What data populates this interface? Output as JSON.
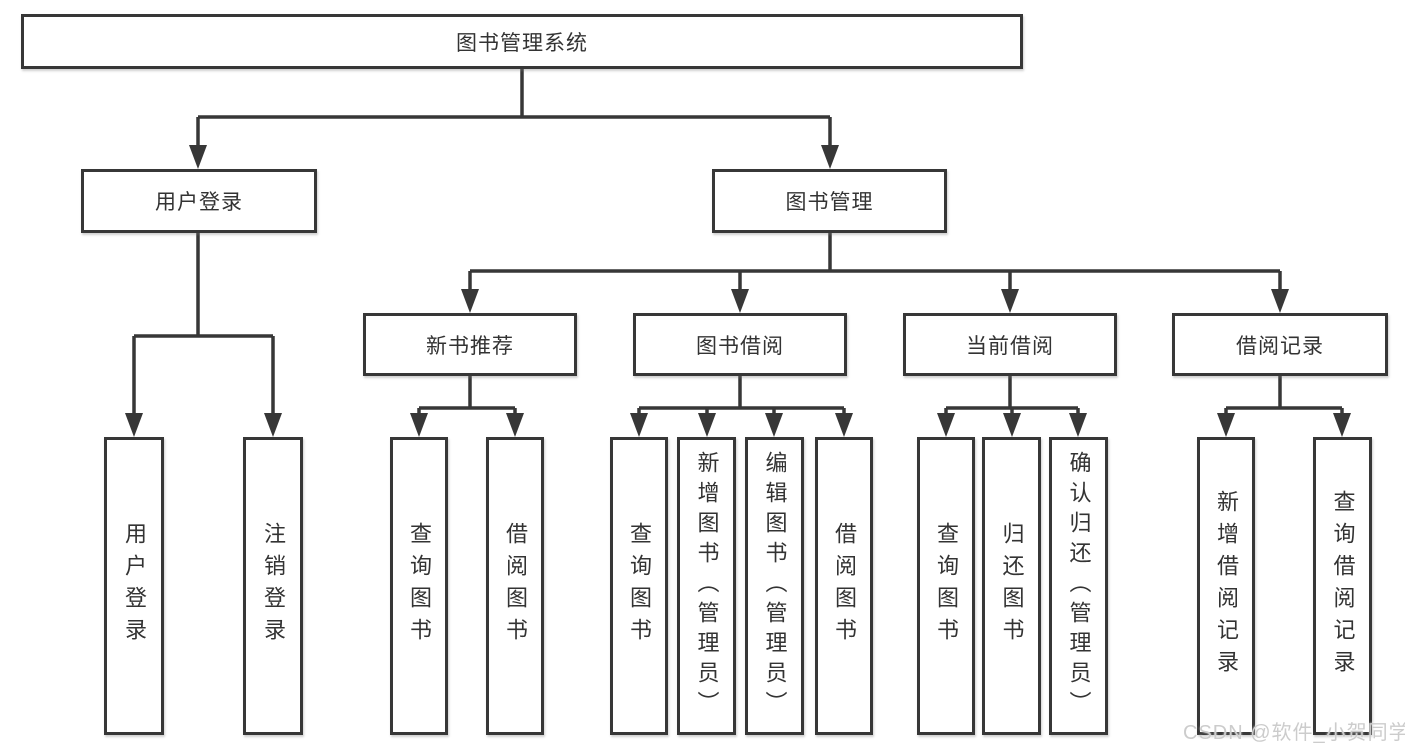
{
  "diagram": {
    "root": {
      "label": "图书管理系统"
    },
    "level2": [
      {
        "label": "用户登录"
      },
      {
        "label": "图书管理"
      }
    ],
    "level3": [
      {
        "label": "新书推荐"
      },
      {
        "label": "图书借阅"
      },
      {
        "label": "当前借阅"
      },
      {
        "label": "借阅记录"
      }
    ],
    "leaves": {
      "user_login": [
        {
          "label": "用户登录"
        },
        {
          "label": "注销登录"
        }
      ],
      "new_book_recommend": [
        {
          "label": "查询图书"
        },
        {
          "label": "借阅图书"
        }
      ],
      "book_borrow": [
        {
          "label": "查询图书"
        },
        {
          "label": "新增图书（管理员）"
        },
        {
          "label": "编辑图书（管理员）"
        },
        {
          "label": "借阅图书"
        }
      ],
      "current_borrow": [
        {
          "label": "查询图书"
        },
        {
          "label": "归还图书"
        },
        {
          "label": "确认归还（管理员）"
        }
      ],
      "borrow_records": [
        {
          "label": "新增借阅记录"
        },
        {
          "label": "查询借阅记录"
        }
      ]
    }
  },
  "watermark": {
    "text": "CSDN @软件_小贺同学"
  },
  "colors": {
    "line": "#373737",
    "text": "#333333",
    "background": "#ffffff",
    "watermark": "#cccccc"
  }
}
